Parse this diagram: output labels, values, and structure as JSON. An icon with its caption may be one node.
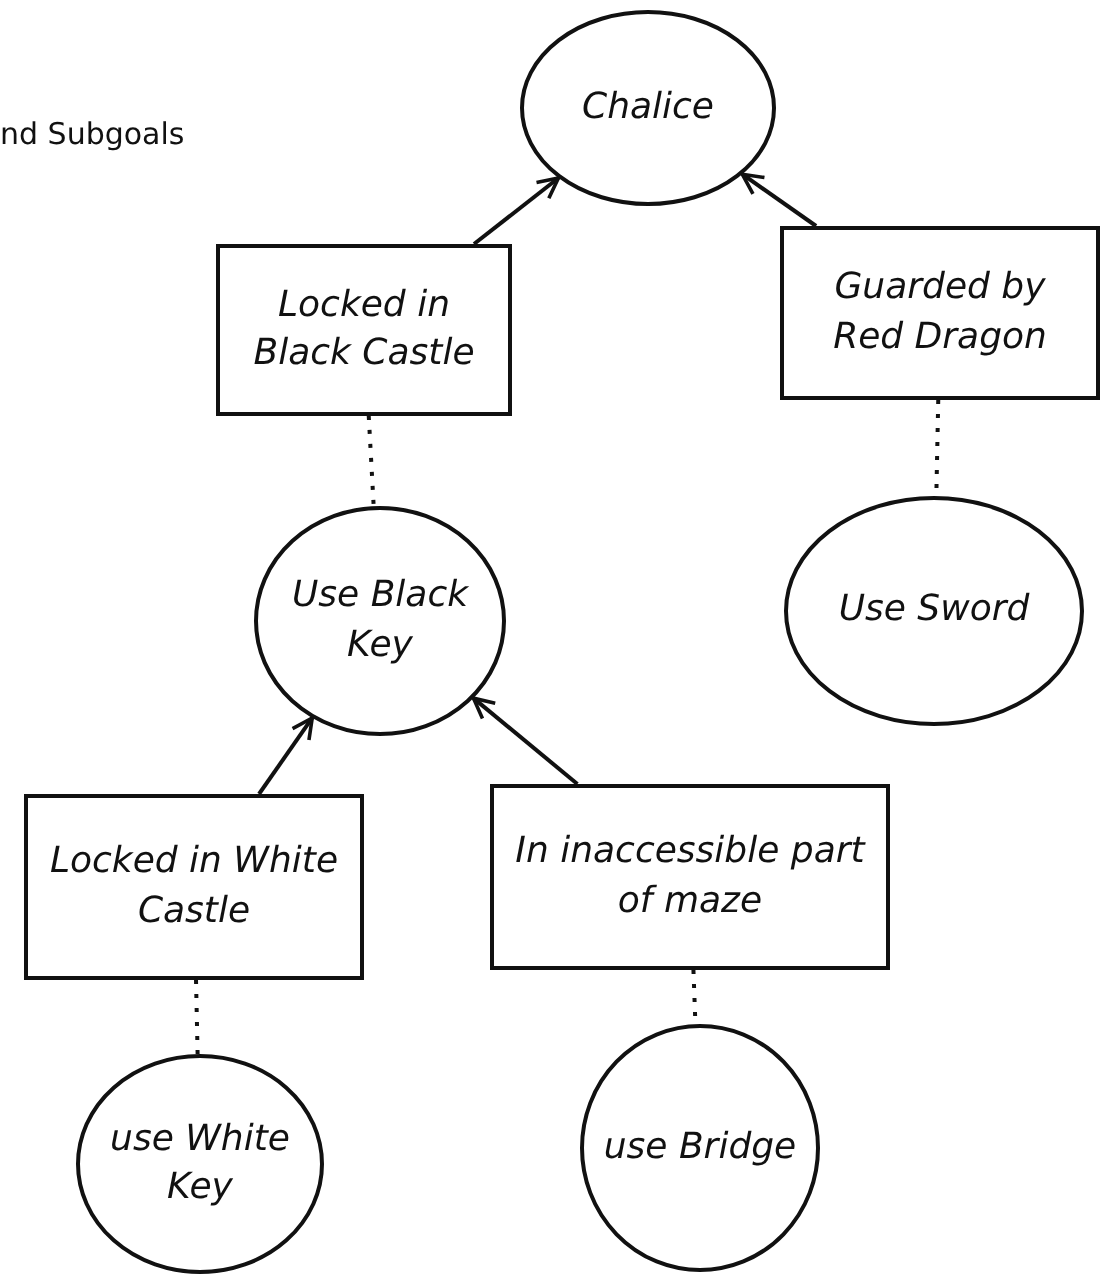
{
  "diagram": {
    "nodes": [
      {
        "text": [
          "Chalice"
        ]
      },
      {
        "text": [
          "Locked in Black Castle"
        ]
      },
      {
        "text": [
          "Guarded by Red Dragon"
        ]
      },
      {
        "text": [
          "Use Black Key"
        ]
      },
      {
        "text": [
          "Use Sword"
        ]
      },
      {
        "text": [
          "Locked in White Castle"
        ]
      },
      {
        "text": [
          "In inaccessible part of maze"
        ]
      },
      {
        "text": [
          "use White Key"
        ]
      },
      {
        "text": [
          "use Bridge"
        ]
      }
    ],
    "edges": [
      {
        "from": 1,
        "to": 0,
        "arrow": "to"
      },
      {
        "from": 2,
        "to": 0,
        "arrow": "to"
      },
      {
        "from": 1,
        "to": 3,
        "arrow": "none",
        "style": "dashed"
      },
      {
        "from": 2,
        "to": 4,
        "arrow": "none",
        "style": "dashed"
      },
      {
        "from": 5,
        "to": 3,
        "arrow": "to"
      },
      {
        "from": 6,
        "to": 3,
        "arrow": "to"
      },
      {
        "from": 5,
        "to": 7,
        "arrow": "none",
        "style": "dashed"
      },
      {
        "from": 6,
        "to": 8,
        "arrow": "none",
        "style": "dashed"
      }
    ],
    "labels": [
      "nd Subgoals"
    ]
  }
}
